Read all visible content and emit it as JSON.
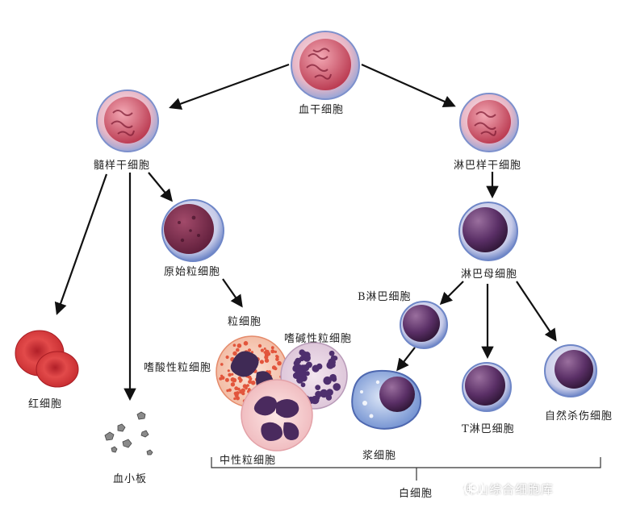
{
  "labels": {
    "hsc": "血干细胞",
    "myeloid_stem": "髓样干细胞",
    "lymphoid_stem": "淋巴样干细胞",
    "myeloblast": "原始粒细胞",
    "granulocyte": "粒细胞",
    "lymphoblast": "淋巴母细胞",
    "b_cell": "B淋巴细胞",
    "eosinophil": "嗜酸性粒细胞",
    "basophil": "嗜碱性粒细胞",
    "neutrophil": "中性粒细胞",
    "plasma_cell": "浆细胞",
    "t_cell": "T淋巴细胞",
    "nk_cell": "自然杀伤细胞",
    "rbc": "红细胞",
    "platelet": "血小板",
    "wbc": "白细胞"
  },
  "watermark": {
    "text": "佛山综合细胞库",
    "icon": "wechat-official-account-icon"
  },
  "colors": {
    "stem_cytoplasm": "#e6b8c4",
    "stem_nucleus": "#c0475c",
    "membrane_blue": "#6a86c4",
    "lymphoid_nucleus": "#4a2a5e",
    "rbc": "#d93a3a",
    "eosinophil_granules": "#e2553c",
    "basophil_granules": "#5a3a78"
  }
}
